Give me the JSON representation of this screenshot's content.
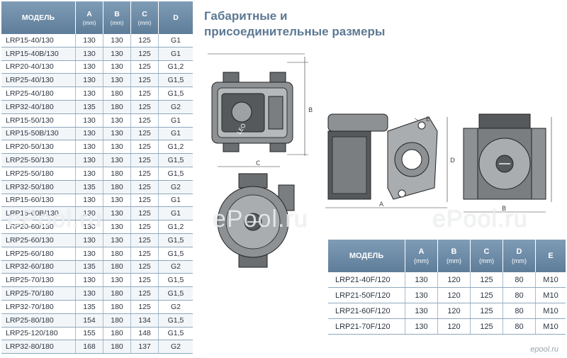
{
  "left_table": {
    "headers": [
      {
        "label": "МОДЕЛЬ",
        "unit": ""
      },
      {
        "label": "A",
        "unit": "(mm)"
      },
      {
        "label": "B",
        "unit": "(mm)"
      },
      {
        "label": "C",
        "unit": "(mm)"
      },
      {
        "label": "D",
        "unit": ""
      }
    ],
    "rows": [
      [
        "LRP15-40/130",
        "130",
        "130",
        "125",
        "G1"
      ],
      [
        "LRP15-40B/130",
        "130",
        "130",
        "125",
        "G1"
      ],
      [
        "LRP20-40/130",
        "130",
        "130",
        "125",
        "G1,2"
      ],
      [
        "LRP25-40/130",
        "130",
        "130",
        "125",
        "G1,5"
      ],
      [
        "LRP25-40/180",
        "130",
        "180",
        "125",
        "G1,5"
      ],
      [
        "LRP32-40/180",
        "135",
        "180",
        "125",
        "G2"
      ],
      [
        "LRP15-50/130",
        "130",
        "130",
        "125",
        "G1"
      ],
      [
        "LRP15-50B/130",
        "130",
        "130",
        "125",
        "G1"
      ],
      [
        "LRP20-50/130",
        "130",
        "130",
        "125",
        "G1,2"
      ],
      [
        "LRP25-50/130",
        "130",
        "130",
        "125",
        "G1,5"
      ],
      [
        "LRP25-50/180",
        "130",
        "180",
        "125",
        "G1,5"
      ],
      [
        "LRP32-50/180",
        "135",
        "180",
        "125",
        "G2"
      ],
      [
        "LRP15-60/130",
        "130",
        "130",
        "125",
        "G1"
      ],
      [
        "LRP15-60B/130",
        "130",
        "130",
        "125",
        "G1"
      ],
      [
        "LRP20-60/130",
        "130",
        "130",
        "125",
        "G1,2"
      ],
      [
        "LRP25-60/130",
        "130",
        "130",
        "125",
        "G1,5"
      ],
      [
        "LRP25-60/180",
        "130",
        "180",
        "125",
        "G1,5"
      ],
      [
        "LRP32-60/180",
        "135",
        "180",
        "125",
        "G2"
      ],
      [
        "LRP25-70/130",
        "130",
        "130",
        "125",
        "G1,5"
      ],
      [
        "LRP25-70/180",
        "130",
        "180",
        "125",
        "G1,5"
      ],
      [
        "LRP32-70/180",
        "135",
        "180",
        "125",
        "G2"
      ],
      [
        "LRP25-80/180",
        "154",
        "180",
        "134",
        "G1,5"
      ],
      [
        "LRP25-120/180",
        "155",
        "180",
        "148",
        "G1,5"
      ],
      [
        "LRP32-80/180",
        "168",
        "180",
        "137",
        "G2"
      ]
    ]
  },
  "title": {
    "line1": "Габаритные и",
    "line2": "присоединительные размеры"
  },
  "drawing_labels": {
    "b": "B",
    "c": "C",
    "a": "A",
    "d": "D",
    "e": "E",
    "pump_text": "LEO"
  },
  "right_table": {
    "headers": [
      {
        "label": "МОДЕЛЬ",
        "unit": ""
      },
      {
        "label": "A",
        "unit": "(mm)"
      },
      {
        "label": "B",
        "unit": "(mm)"
      },
      {
        "label": "C",
        "unit": "(mm)"
      },
      {
        "label": "D",
        "unit": "(mm)"
      },
      {
        "label": "E",
        "unit": ""
      }
    ],
    "rows": [
      [
        "LRP21-40F/120",
        "130",
        "120",
        "125",
        "80",
        "M10"
      ],
      [
        "LRP21-50F/120",
        "130",
        "120",
        "125",
        "80",
        "M10"
      ],
      [
        "LRP21-60F/120",
        "130",
        "120",
        "125",
        "80",
        "M10"
      ],
      [
        "LRP21-70F/120",
        "130",
        "120",
        "125",
        "80",
        "M10"
      ]
    ]
  },
  "watermarks": [
    "ePool.ru",
    "ePool.ru",
    "ePool.ru"
  ],
  "corner_mark": "epool.ru"
}
